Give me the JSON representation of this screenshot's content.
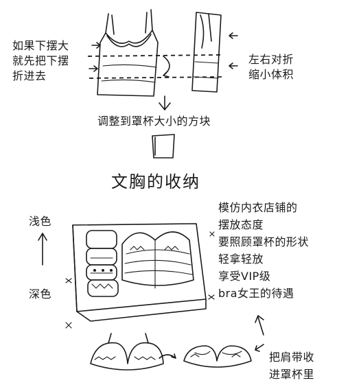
{
  "fold_step": {
    "left_note": [
      "如果下摆大",
      "就先把下摆",
      "折进去"
    ],
    "right_note": [
      "左右对折",
      "缩小体积"
    ],
    "result_caption": "调整到罩杯大小的方块"
  },
  "storage": {
    "heading": "文胸的收纳",
    "scale_light": "浅色",
    "scale_dark": "深色",
    "tips": [
      "模仿内衣店铺的",
      "摆放态度",
      "要照顾罩杯的形状",
      "轻拿轻放",
      "享受VIP级",
      "bra女王的待遇"
    ],
    "strap_note": [
      "把肩带收",
      "进罩杯里"
    ]
  }
}
